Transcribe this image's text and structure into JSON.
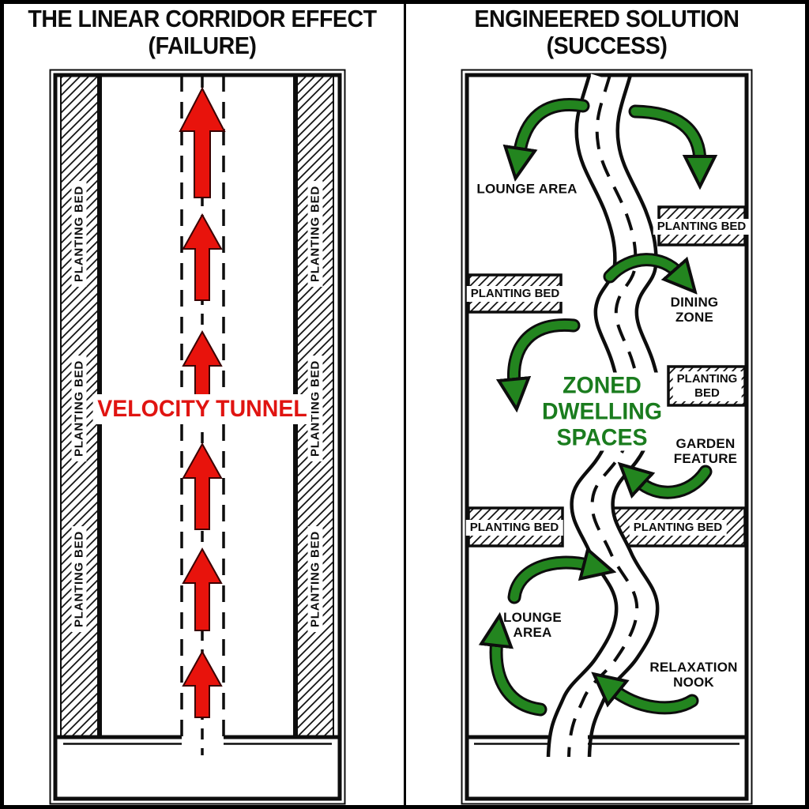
{
  "colors": {
    "arrow_red": "#e8130c",
    "arrow_green": "#23851f",
    "text_green": "#1a7c1e",
    "text_red": "#e01411",
    "line_black": "#0d0d0d"
  },
  "left_panel": {
    "title": [
      "THE LINEAR CORRIDOR EFFECT",
      "(FAILURE)"
    ],
    "velocity_label": "VELOCITY TUNNEL",
    "bed_label": "PLANTING BED"
  },
  "right_panel": {
    "title": [
      "ENGINEERED SOLUTION",
      "(SUCCESS)"
    ],
    "center_label": [
      "ZONED",
      "DWELLING",
      "SPACES"
    ],
    "bed_label": "PLANTING BED",
    "bed_label_two_line": [
      "PLANTING",
      "BED"
    ],
    "zones": {
      "lounge_top": "LOUNGE AREA",
      "dining": [
        "DINING",
        "ZONE"
      ],
      "garden_feature": [
        "GARDEN",
        "FEATURE"
      ],
      "lounge_bottom": [
        "LOUNGE",
        "AREA"
      ],
      "relaxation": [
        "RELAXATION",
        "NOOK"
      ]
    }
  }
}
